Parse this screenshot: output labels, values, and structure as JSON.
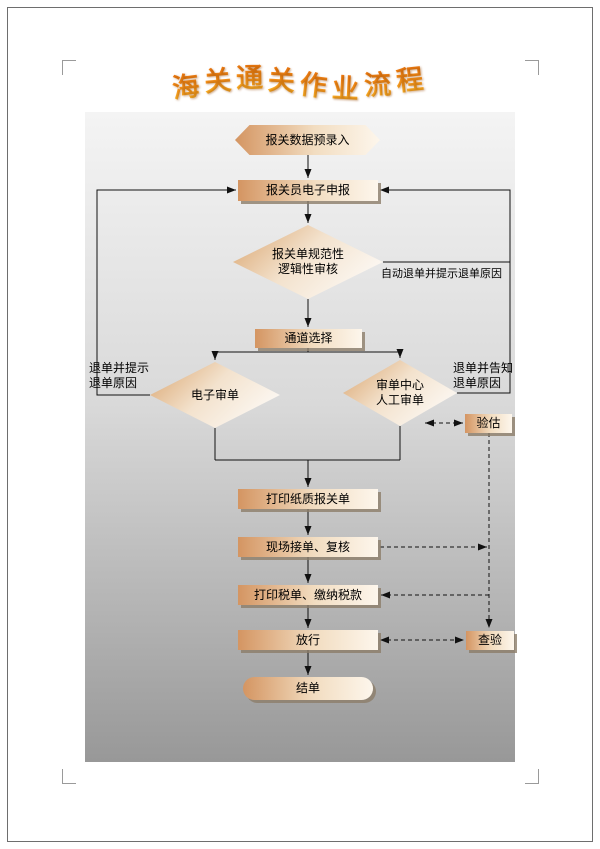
{
  "title": "海关通关作业流程",
  "flow": {
    "pre_entry": "报关数据预录入",
    "e_declare": "报关员电子申报",
    "review1": "报关单规范性",
    "review2": "逻辑性审核",
    "auto_return": "自动退单并提示退单原因",
    "channel": "通道选择",
    "left_return1": "退单并提示",
    "left_return2": "退单原因",
    "right_return1": "退单并告知",
    "right_return2": "退单原因",
    "e_audit": "电子审单",
    "manual1": "审单中心",
    "manual2": "人工审单",
    "valuation": "验估",
    "print_decl": "打印纸质报关单",
    "site_check": "现场接单、复核",
    "pay_tax": "打印税单、缴纳税款",
    "release": "放行",
    "inspection": "查验",
    "close": "结单"
  },
  "colors": {
    "shape_gradient_start": "#d49562",
    "shape_gradient_end": "#fdf6ec",
    "shape_shadow": "#8c7d69",
    "connector": "#111111",
    "canvas_top": "#f4f4f4",
    "canvas_bottom": "#989898",
    "title_orange": "#e8680a",
    "title_gold": "#ffc832"
  }
}
